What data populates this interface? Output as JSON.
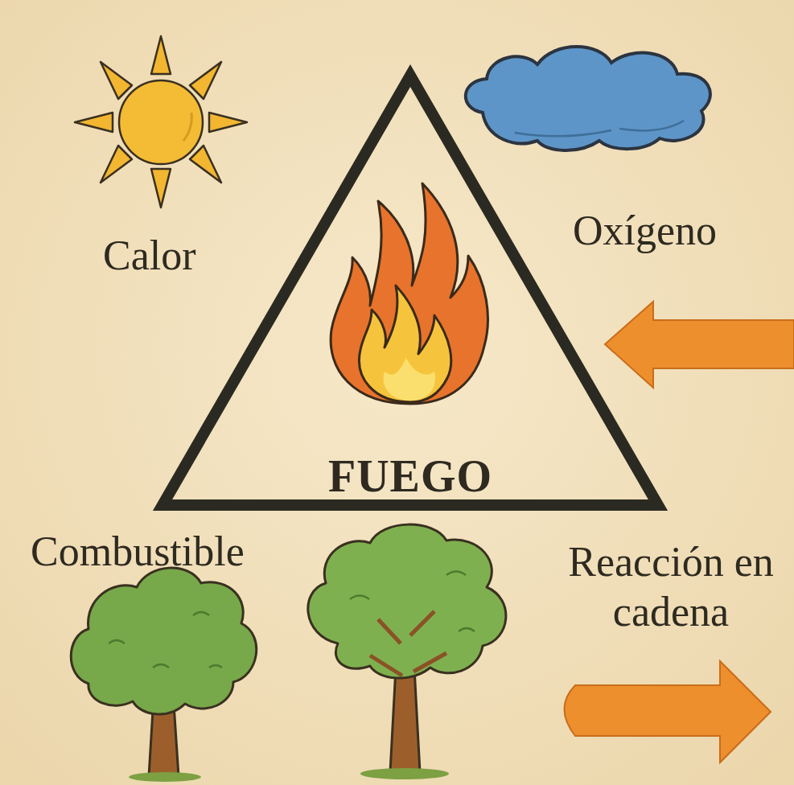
{
  "diagram": {
    "nodes": [
      {
        "text": [
          "FUEGO"
        ]
      }
    ],
    "labels": [
      "Calor",
      "Oxígeno",
      "Combustible",
      "Reacción en cadena"
    ]
  }
}
